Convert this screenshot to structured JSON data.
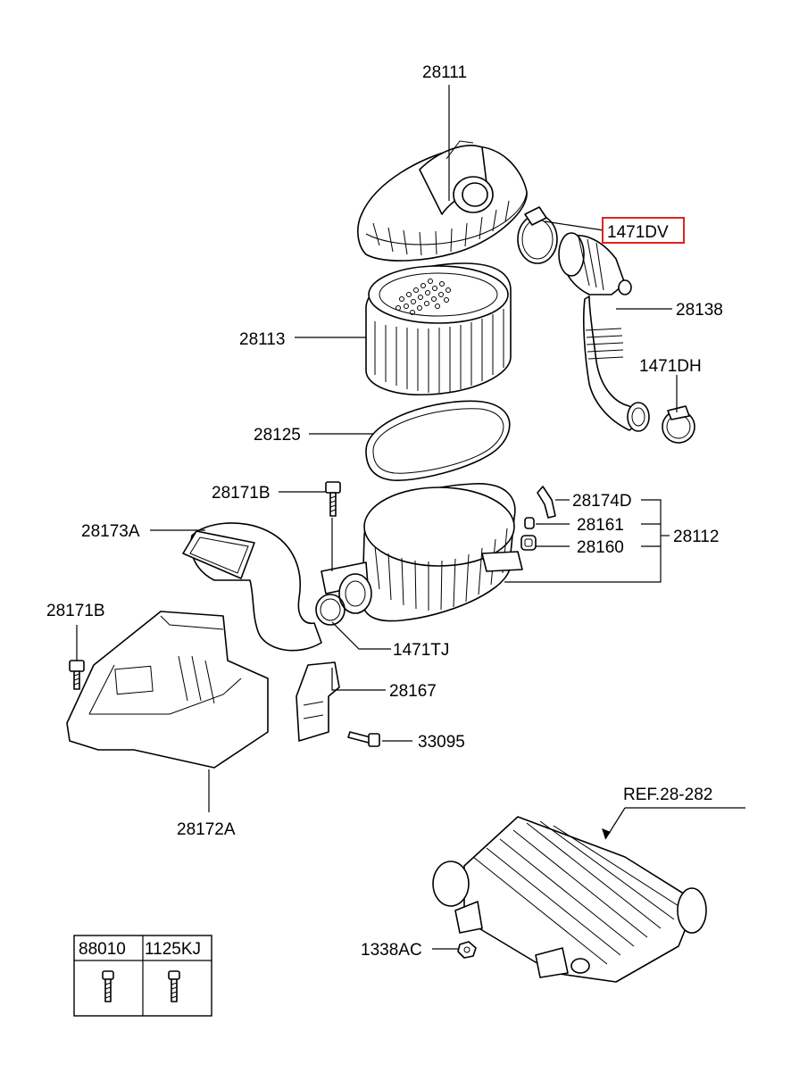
{
  "labels": {
    "p28111": "28111",
    "p1471DV": "1471DV",
    "p28138": "28138",
    "p28113": "28113",
    "p1471DH": "1471DH",
    "p28125": "28125",
    "p28171B_top": "28171B",
    "p28174D": "28174D",
    "p28173A": "28173A",
    "p28161": "28161",
    "p28112": "28112",
    "p28160": "28160",
    "p28171B_left": "28171B",
    "p1471TJ": "1471TJ",
    "p28167": "28167",
    "p33095": "33095",
    "p28172A": "28172A",
    "ref": "REF.28-282",
    "p1338AC": "1338AC"
  },
  "table": {
    "col1": "88010",
    "col2": "1125KJ"
  },
  "highlight_color": "#e0231e"
}
